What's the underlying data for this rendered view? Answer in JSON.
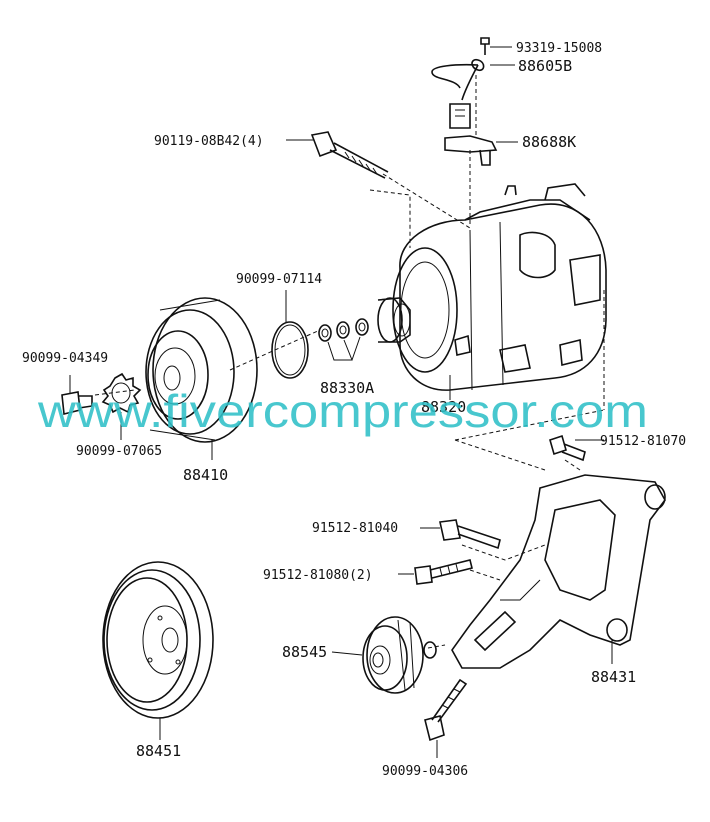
{
  "labels": {
    "p93319": "93319-15008",
    "p88605B": "88605B",
    "p88688K": "88688K",
    "p90119": "90119-08B42(4)",
    "p90099_07114": "90099-07114",
    "p90099_04349": "90099-04349",
    "p88330A": "88330A",
    "p88320": "88320",
    "p90099_07065": "90099-07065",
    "p88410": "88410",
    "p91512_81070": "91512-81070",
    "p91512_81040": "91512-81040",
    "p91512_81080": "91512-81080(2)",
    "p88545": "88545",
    "p88431": "88431",
    "p88451": "88451",
    "p90099_04306": "90099-04306"
  },
  "watermark": "www.fivercompressor.com",
  "colors": {
    "line": "#111111",
    "watermark": "#2fc0c8"
  }
}
